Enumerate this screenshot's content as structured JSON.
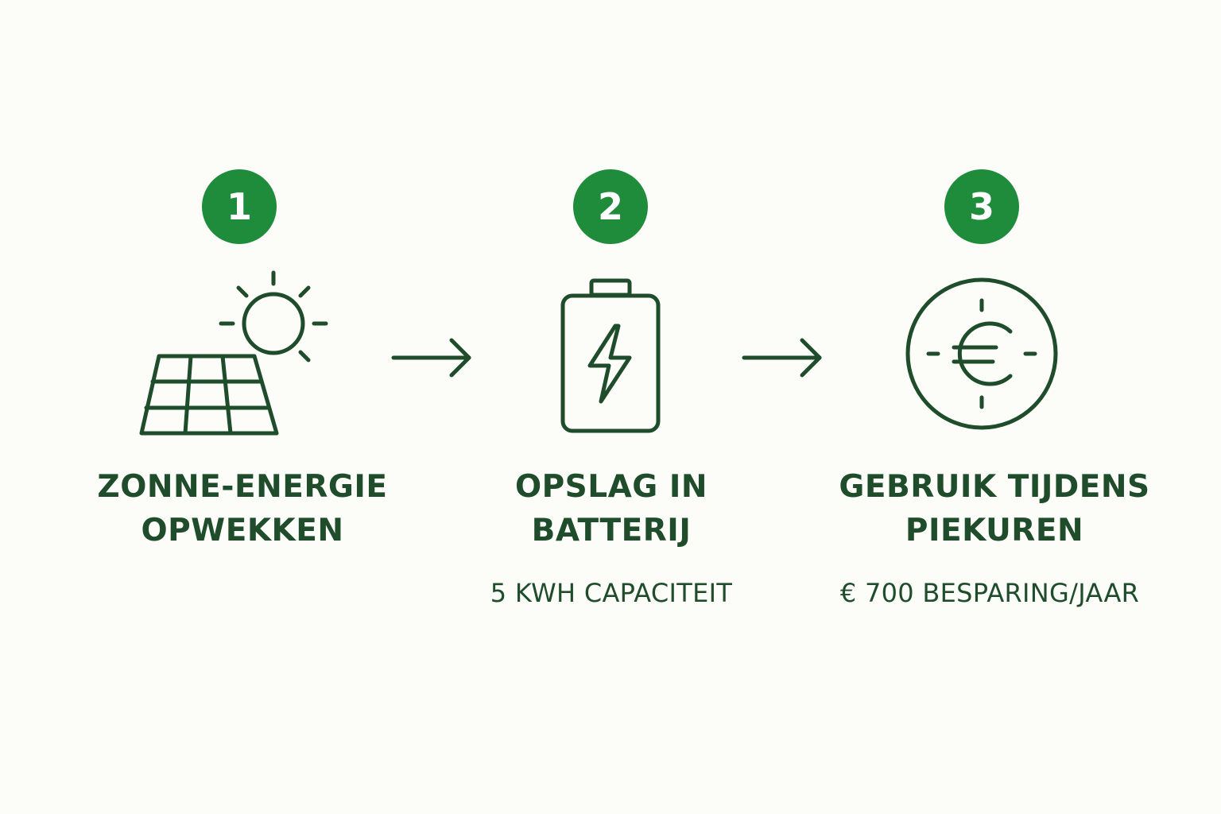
{
  "colors": {
    "accent": "#1f8c3c",
    "ink": "#1f4d2c",
    "background": "#fcfcf9"
  },
  "steps": [
    {
      "number": "1",
      "icon": "solar-panel-sun-icon",
      "title_line1": "ZONNE-ENERGIE",
      "title_line2": "OPWEKKEN",
      "subtitle": ""
    },
    {
      "number": "2",
      "icon": "battery-bolt-icon",
      "title_line1": "OPSLAG IN",
      "title_line2": "BATTERIJ",
      "subtitle": "5 KWH CAPACITEIT"
    },
    {
      "number": "3",
      "icon": "euro-coin-icon",
      "title_line1": "GEBRUIK TIJDENS",
      "title_line2": "PIEKUREN",
      "subtitle": "€ 700 BESPARING/JAAR"
    }
  ],
  "arrows": [
    "arrow-right-icon",
    "arrow-right-icon"
  ]
}
